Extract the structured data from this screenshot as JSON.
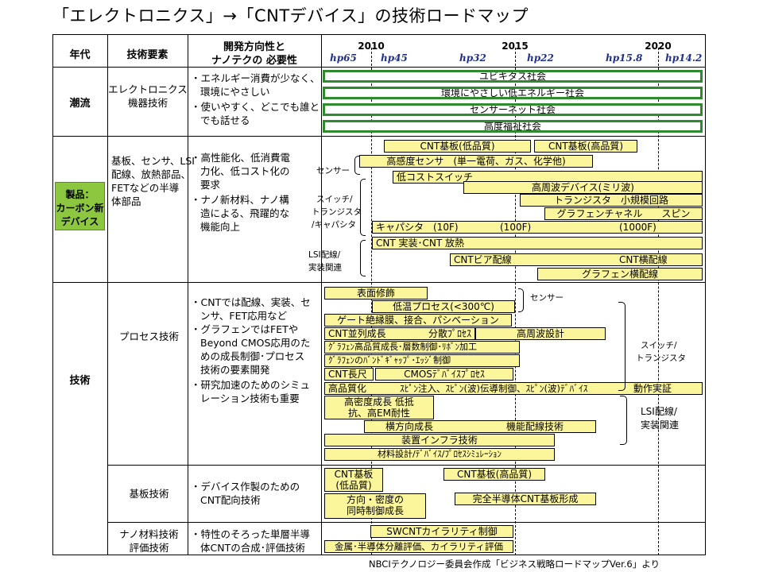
{
  "title": "「エレクトロニクス」→「CNTデバイス」の技術ロードマップ",
  "source": "NBCIテクノロジー委員会作成「ビジネス戦略ロードマップVer.6」より",
  "header": {
    "col1": "年代",
    "col2": "技術要素",
    "col3_line1": "開発方向性と",
    "col3_line2": "ナノテクの 必要性"
  },
  "years": [
    "2010",
    "2015",
    "2020"
  ],
  "nodes": [
    "hp65",
    "hp45",
    "hp32",
    "hp22",
    "hp15.8",
    "hp14.2"
  ],
  "rows": {
    "trend": {
      "category": "潮流",
      "element_lines": [
        "エレクトロニクス",
        "機器技術"
      ],
      "direction_lines": [
        "・エネルギー消費が少なく、",
        "環境にやさしい",
        "・使いやすく、どこでも誰と",
        "でも話せる"
      ],
      "bars": [
        "ユビキタス社会",
        "環境にやさしい低エネルギー社会",
        "センサーネット社会",
        "高度福祉社会"
      ]
    },
    "products": {
      "category_lines": [
        "製品：",
        "カーボン新",
        "デバイス"
      ],
      "element_lines": [
        "基板、センサ、LSI",
        "配線、放熱部品、",
        "FETなどの半導",
        "体部品"
      ],
      "direction_lines": [
        "・高性能化、低消費電",
        "力化、低コスト化の",
        "要求",
        "・ナノ新材料、ナノ構",
        "造による、飛躍的な",
        "機能向上"
      ],
      "side_labels": [
        "センサー",
        "スイッチ/",
        "トランジスタ",
        "/キャパシタ",
        "LSI配線/",
        "実装関連"
      ],
      "bars": {
        "cnt_low": "CNT基板(低品質)",
        "cnt_high": "CNT基板(高品質)",
        "sensor": "高感度センサ　(単一電荷、ガス、化学他)",
        "lowcost_switch": "低コストスイッチ",
        "hf_device": "高周波デバイス(ミリ波)",
        "transistor": "トランジスタ　小規模回路",
        "graphene_channel": "グラフェンチャネル　　スピン",
        "capacitor": "キャパシタ　(10F)",
        "cap_100": "(100F)",
        "cap_1000": "(1000F)",
        "cnt_mount": "CNT 実装･CNT 放熱",
        "cnt_via": "CNTビア配線",
        "cnt_horiz": "CNT横配線",
        "graphene_horiz": "グラフェン横配線"
      }
    },
    "tech": {
      "category": "技術",
      "element": "プロセス技術",
      "direction_lines": [
        "・CNTでは配線、実装、セ",
        "ンサ、FET応用など",
        "・グラフェンではFETや",
        "Beyond CMOS応用のた",
        "めの成長制御･プロセス",
        "技術の要素開発",
        "・研究加速のためのシミュ",
        "レーション技術も重要"
      ],
      "side_labels": [
        "センサー",
        "スイッチ/",
        "トランジスタ",
        "LSI配線/",
        "実装関連"
      ],
      "bars": {
        "surface": "表面修飾",
        "lowtemp": "低温プロセス(<300℃)",
        "gate": "ゲート絶縁膜、接合、パシベーション",
        "cnt_parallel": "CNT並列成長",
        "dispersion": "分散ﾌﾟﾛｾｽ",
        "hf_design": "高周波設計",
        "graphene_growth": "ｸﾞﾗﾌｪﾝ高品質成長･層数制御･ﾘﾎﾞﾝ加工",
        "graphene_band": "ｸﾞﾗﾌｪﾝのﾊﾞﾝﾄﾞｷﾞｬｯﾌﾟ･ｴｯｼﾞ制御",
        "cnt_long": "CNT長尺",
        "cmos_process": "CMOSﾃﾞﾊﾞｲｽﾌﾟﾛｾｽ",
        "quality": "高品質化",
        "spin": "ｽﾋﾟﾝ注入、ｽﾋﾟﾝ(波)伝導制御、ｽﾋﾟﾝ(波)ﾃﾞﾊﾞｲｽ",
        "operation": "動作実証",
        "density_1": "高密度成長 低抵",
        "density_2": "抗、高EM耐性",
        "lateral": "横方向成長",
        "functional": "機能配線技術",
        "infra": "装置インフラ技術",
        "simulation": "材料設計/ﾃﾞﾊﾞｲｽ/ﾌﾟﾛｾｽｼﾐｭﾚｰｼｮﾝ"
      }
    },
    "substrate": {
      "element": "基板技術",
      "direction_lines": [
        "・デバイス作製のための",
        "CNT配向技術"
      ],
      "bars": {
        "cnt_sub_1": "CNT基板",
        "cnt_sub_2": "(低品質)",
        "cnt_sub_high": "CNT基板(高品質)",
        "orient_1": "方向・密度の",
        "orient_2": "同時制御成長",
        "semi_sub": "完全半導体CNT基板形成"
      }
    },
    "nano": {
      "element_lines": [
        "ナノ材料技術",
        "評価技術"
      ],
      "direction_lines": [
        "・特性のそろった単層半導",
        "体CNTの合成･評価技術"
      ],
      "bars": {
        "chirality": "SWCNTカイラリティ制御",
        "metal_semi": "金属･半導体分離評価、カイラリティ評価"
      }
    }
  },
  "colors": {
    "society_border": "#2e8b2e",
    "bar_fill": "#fbf59b",
    "category_fill": "#8dc63f",
    "node_text": "#1f2f8f"
  }
}
